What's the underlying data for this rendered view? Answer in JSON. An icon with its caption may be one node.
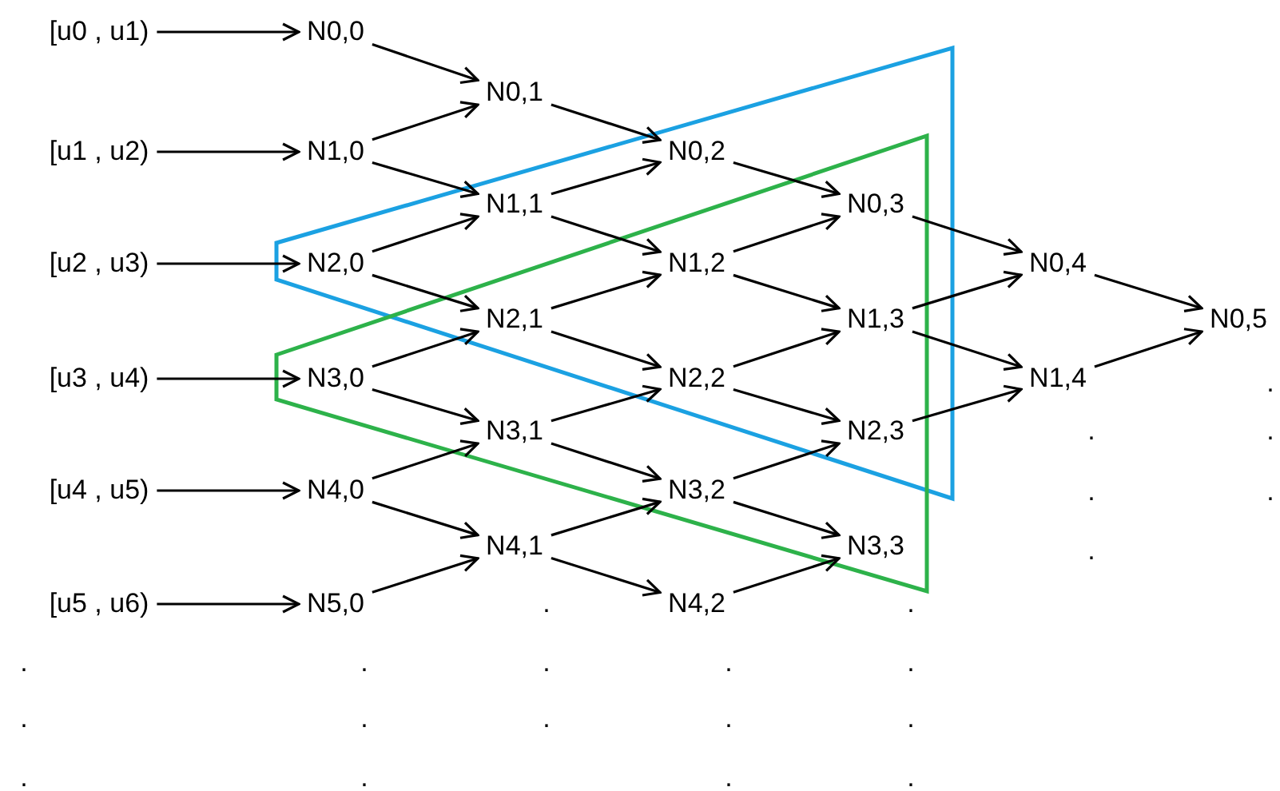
{
  "diagram": {
    "nodes": [
      {
        "text": [
          "[u0 , u1)"
        ]
      },
      {
        "text": [
          "[u1 , u2)"
        ]
      },
      {
        "text": [
          "[u2 , u3)"
        ]
      },
      {
        "text": [
          "[u3 , u4)"
        ]
      },
      {
        "text": [
          "[u4 , u5)"
        ]
      },
      {
        "text": [
          "[u5 , u6)"
        ]
      },
      {
        "text": [
          "N0,0"
        ]
      },
      {
        "text": [
          "N1,0"
        ]
      },
      {
        "text": [
          "N2,0"
        ]
      },
      {
        "text": [
          "N3,0"
        ]
      },
      {
        "text": [
          "N4,0"
        ]
      },
      {
        "text": [
          "N5,0"
        ]
      },
      {
        "text": [
          "N0,1"
        ]
      },
      {
        "text": [
          "N1,1"
        ]
      },
      {
        "text": [
          "N2,1"
        ]
      },
      {
        "text": [
          "N3,1"
        ]
      },
      {
        "text": [
          "N4,1"
        ]
      },
      {
        "text": [
          "N0,2"
        ]
      },
      {
        "text": [
          "N1,2"
        ]
      },
      {
        "text": [
          "N2,2"
        ]
      },
      {
        "text": [
          "N3,2"
        ]
      },
      {
        "text": [
          "N4,2"
        ]
      },
      {
        "text": [
          "N0,3"
        ]
      },
      {
        "text": [
          "N1,3"
        ]
      },
      {
        "text": [
          "N2,3"
        ]
      },
      {
        "text": [
          "N3,3"
        ]
      },
      {
        "text": [
          "N0,4"
        ]
      },
      {
        "text": [
          "N1,4"
        ]
      },
      {
        "text": [
          "N0,5"
        ]
      }
    ],
    "edges": [
      {
        "from": 0,
        "to": 6,
        "arrow": "to"
      },
      {
        "from": 1,
        "to": 7,
        "arrow": "to"
      },
      {
        "from": 2,
        "to": 8,
        "arrow": "to"
      },
      {
        "from": 3,
        "to": 9,
        "arrow": "to"
      },
      {
        "from": 4,
        "to": 10,
        "arrow": "to"
      },
      {
        "from": 5,
        "to": 11,
        "arrow": "to"
      },
      {
        "from": 6,
        "to": 12,
        "arrow": "to"
      },
      {
        "from": 7,
        "to": 12,
        "arrow": "to"
      },
      {
        "from": 7,
        "to": 13,
        "arrow": "to"
      },
      {
        "from": 8,
        "to": 13,
        "arrow": "to"
      },
      {
        "from": 8,
        "to": 14,
        "arrow": "to"
      },
      {
        "from": 9,
        "to": 14,
        "arrow": "to"
      },
      {
        "from": 9,
        "to": 15,
        "arrow": "to"
      },
      {
        "from": 10,
        "to": 15,
        "arrow": "to"
      },
      {
        "from": 10,
        "to": 16,
        "arrow": "to"
      },
      {
        "from": 11,
        "to": 16,
        "arrow": "to"
      },
      {
        "from": 12,
        "to": 17,
        "arrow": "to"
      },
      {
        "from": 13,
        "to": 17,
        "arrow": "to"
      },
      {
        "from": 13,
        "to": 18,
        "arrow": "to"
      },
      {
        "from": 14,
        "to": 18,
        "arrow": "to"
      },
      {
        "from": 14,
        "to": 19,
        "arrow": "to"
      },
      {
        "from": 15,
        "to": 19,
        "arrow": "to"
      },
      {
        "from": 15,
        "to": 20,
        "arrow": "to"
      },
      {
        "from": 16,
        "to": 20,
        "arrow": "to"
      },
      {
        "from": 16,
        "to": 21,
        "arrow": "to"
      },
      {
        "from": 17,
        "to": 22,
        "arrow": "to"
      },
      {
        "from": 18,
        "to": 22,
        "arrow": "to"
      },
      {
        "from": 18,
        "to": 23,
        "arrow": "to"
      },
      {
        "from": 19,
        "to": 23,
        "arrow": "to"
      },
      {
        "from": 19,
        "to": 24,
        "arrow": "to"
      },
      {
        "from": 20,
        "to": 24,
        "arrow": "to"
      },
      {
        "from": 20,
        "to": 25,
        "arrow": "to"
      },
      {
        "from": 21,
        "to": 25,
        "arrow": "to"
      },
      {
        "from": 22,
        "to": 26,
        "arrow": "to"
      },
      {
        "from": 23,
        "to": 26,
        "arrow": "to"
      },
      {
        "from": 23,
        "to": 27,
        "arrow": "to"
      },
      {
        "from": 24,
        "to": 27,
        "arrow": "to"
      },
      {
        "from": 26,
        "to": 28,
        "arrow": "to"
      },
      {
        "from": 27,
        "to": 28,
        "arrow": "to"
      }
    ],
    "labels": [
      ".",
      ".",
      ".",
      ".",
      ".",
      ".",
      ".",
      ".",
      ".",
      ".",
      ".",
      ".",
      ".",
      ".",
      ".",
      ".",
      ".",
      ".",
      ".",
      ".",
      ".",
      "."
    ]
  }
}
